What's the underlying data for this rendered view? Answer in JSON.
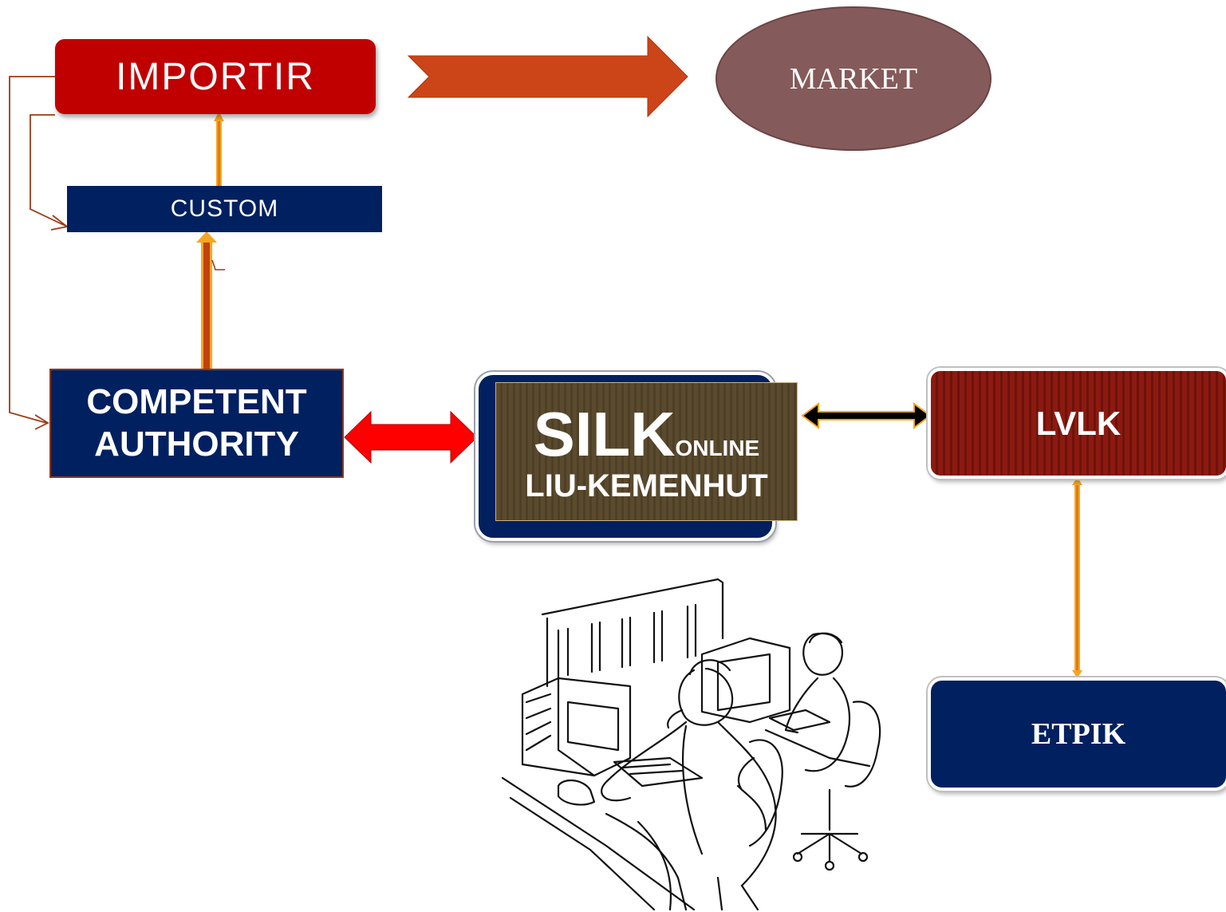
{
  "nodes": {
    "importir": "IMPORTIR",
    "market": "MARKET",
    "custom": "CUSTOM",
    "authority_line1": "COMPETENT",
    "authority_line2": "AUTHORITY",
    "silk_main": "SILK",
    "silk_suffix": "ONLINE",
    "silk_sub": "LIU-KEMENHUT",
    "lvlk": "LVLK",
    "etpik": "ETPIK"
  },
  "colors": {
    "navy": "#002060",
    "importir_red": "#c00000",
    "market_brown": "#855a5a",
    "big_arrow": "#cc4518",
    "double_arrow_red": "#ff0000",
    "connector_orange": "#f5a623",
    "connector_dark": "#9b3b18"
  },
  "illustration": "call-center-operators-clipart"
}
